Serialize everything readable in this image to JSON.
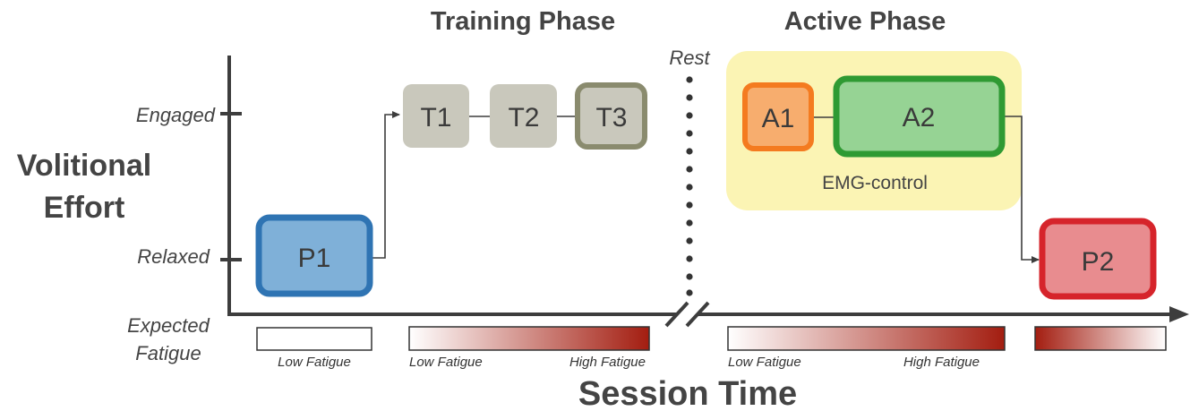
{
  "phases": {
    "training": "Training Phase",
    "active": "Active Phase",
    "rest": "Rest"
  },
  "y_axis": {
    "title_line1": "Volitional",
    "title_line2": "Effort",
    "tick_engaged": "Engaged",
    "tick_relaxed": "Relaxed"
  },
  "fatigue_label": {
    "line1": "Expected",
    "line2": "Fatigue"
  },
  "x_axis": {
    "title": "Session Time"
  },
  "nodes": {
    "p1": "P1",
    "t1": "T1",
    "t2": "T2",
    "t3": "T3",
    "a1": "A1",
    "a2": "A2",
    "p2": "P2"
  },
  "emg_label": "EMG-control",
  "fatigue_bars": {
    "bar1_low": "Low Fatigue",
    "bar2_low": "Low Fatigue",
    "bar2_high": "High Fatigue",
    "bar3_low": "Low Fatigue",
    "bar3_high": "High Fatigue"
  },
  "colors": {
    "p1_fill": "#7fb0d8",
    "p1_stroke": "#2f74b3",
    "t_fill": "#c9c8bc",
    "t3_stroke": "#8a8b6e",
    "a1_fill": "#f7ad6e",
    "a1_stroke": "#f47b20",
    "a2_fill": "#96d394",
    "a2_stroke": "#2f9a33",
    "p2_fill": "#e88c8f",
    "p2_stroke": "#d6242b",
    "emg_bg": "#fbf4b4",
    "fatigue_dark": "#a31d10",
    "axis": "#3d3d3d"
  }
}
